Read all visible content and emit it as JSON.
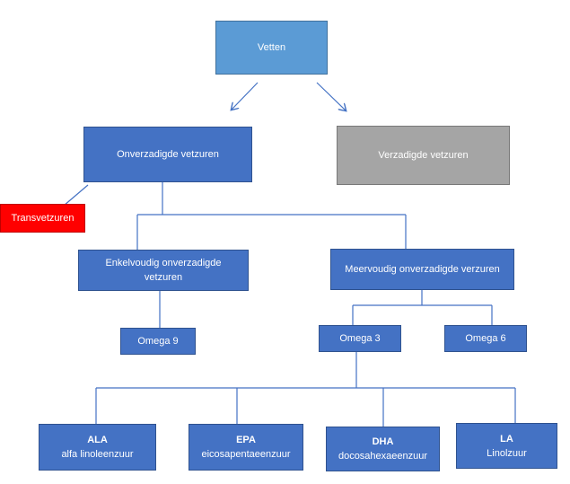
{
  "nodes": {
    "vetten": "Vetten",
    "onverzadigde": "Onverzadigde vetzuren",
    "verzadigde": "Verzadigde vetzuren",
    "transvetzuren": "Transvetzuren",
    "enkelvoudig_line1": "Enkelvoudig onverzadigde",
    "enkelvoudig_line2": "vetzuren",
    "meervoudig": "Meervoudig onverzadigde verzuren",
    "omega9": "Omega 9",
    "omega3": "Omega 3",
    "omega6": "Omega 6",
    "ala": {
      "abbr": "ALA",
      "name": "alfa linoleenzuur"
    },
    "epa": {
      "abbr": "EPA",
      "name": "eicosapentaeenzuur"
    },
    "dha": {
      "abbr": "DHA",
      "name": "docosahexaeenzuur"
    },
    "la": {
      "abbr": "LA",
      "name": "Linolzuur"
    }
  },
  "colors": {
    "primary_blue": "#4472c4",
    "top_blue": "#5b9bd5",
    "saturated_gray": "#a5a5a5",
    "trans_red": "#ff0000",
    "connector": "#4472c4"
  }
}
